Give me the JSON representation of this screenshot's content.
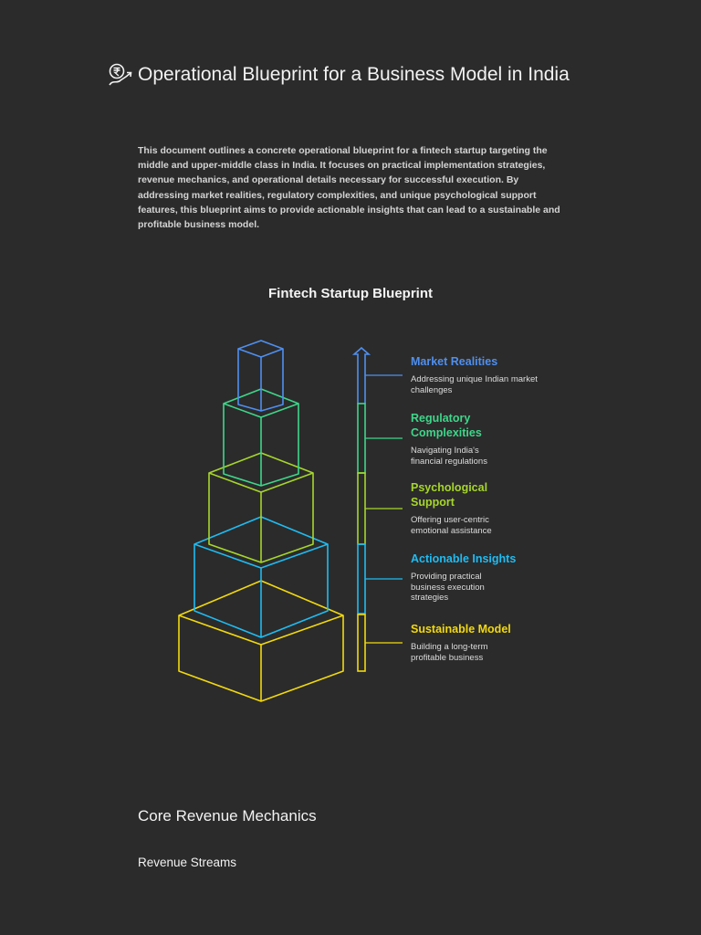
{
  "header": {
    "icon": "rupee-growth-icon",
    "title": "Operational Blueprint for a Business Model in India"
  },
  "intro": "This document outlines a concrete operational blueprint for a fintech startup targeting the middle and upper-middle class in India. It focuses on practical implementation strategies, revenue mechanics, and operational details necessary for successful execution. By addressing market realities, regulatory complexities, and unique psychological support features, this blueprint aims to provide actionable insights that can lead to a sustainable and profitable business model.",
  "diagram": {
    "title": "Fintech Startup Blueprint",
    "levels": [
      {
        "title": "Market Realities",
        "desc": "Addressing unique Indian market challenges",
        "color": "#4f8ff0"
      },
      {
        "title": "Regulatory Complexities",
        "desc": "Navigating India's financial regulations",
        "color": "#3fd68a"
      },
      {
        "title": "Psychological Support",
        "desc": "Offering user-centric emotional assistance",
        "color": "#a6d62b"
      },
      {
        "title": "Actionable Insights",
        "desc": "Providing practical business execution strategies",
        "color": "#1fbcf2"
      },
      {
        "title": "Sustainable Model",
        "desc": "Building a long-term profitable business",
        "color": "#f2d90f"
      }
    ]
  },
  "sections": {
    "h2": "Core Revenue Mechanics",
    "h3": "Revenue Streams"
  }
}
